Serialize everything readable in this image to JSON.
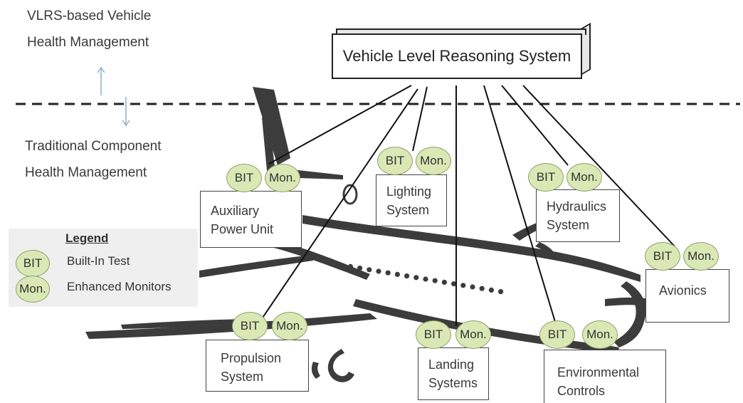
{
  "headings": {
    "upper_line1": "VLRS-based Vehicle",
    "upper_line2": "Health Management",
    "lower_line1": "Traditional Component",
    "lower_line2": "Health Management"
  },
  "top_system": "Vehicle Level Reasoning System",
  "badges": {
    "bit": "BIT",
    "mon": "Mon."
  },
  "subsystems": [
    {
      "line1": "Auxiliary",
      "line2": "Power Unit"
    },
    {
      "line1": "Lighting",
      "line2": "System"
    },
    {
      "line1": "Hydraulics",
      "line2": "System"
    },
    {
      "line1": "Avionics",
      "line2": ""
    },
    {
      "line1": "Propulsion",
      "line2": "System"
    },
    {
      "line1": "Landing",
      "line2": "Systems"
    },
    {
      "line1": "Environmental",
      "line2": "Controls"
    }
  ],
  "legend": {
    "title": "Legend",
    "items": [
      {
        "badge": "BIT",
        "label": "Built-In Test"
      },
      {
        "badge": "Mon.",
        "label": "Enhanced Monitors"
      }
    ]
  },
  "colors": {
    "badge_fill": "#d9e8b5",
    "badge_border": "#8fa16a",
    "aircraft": "#3c3c3c",
    "legend_bg": "#efefef"
  }
}
